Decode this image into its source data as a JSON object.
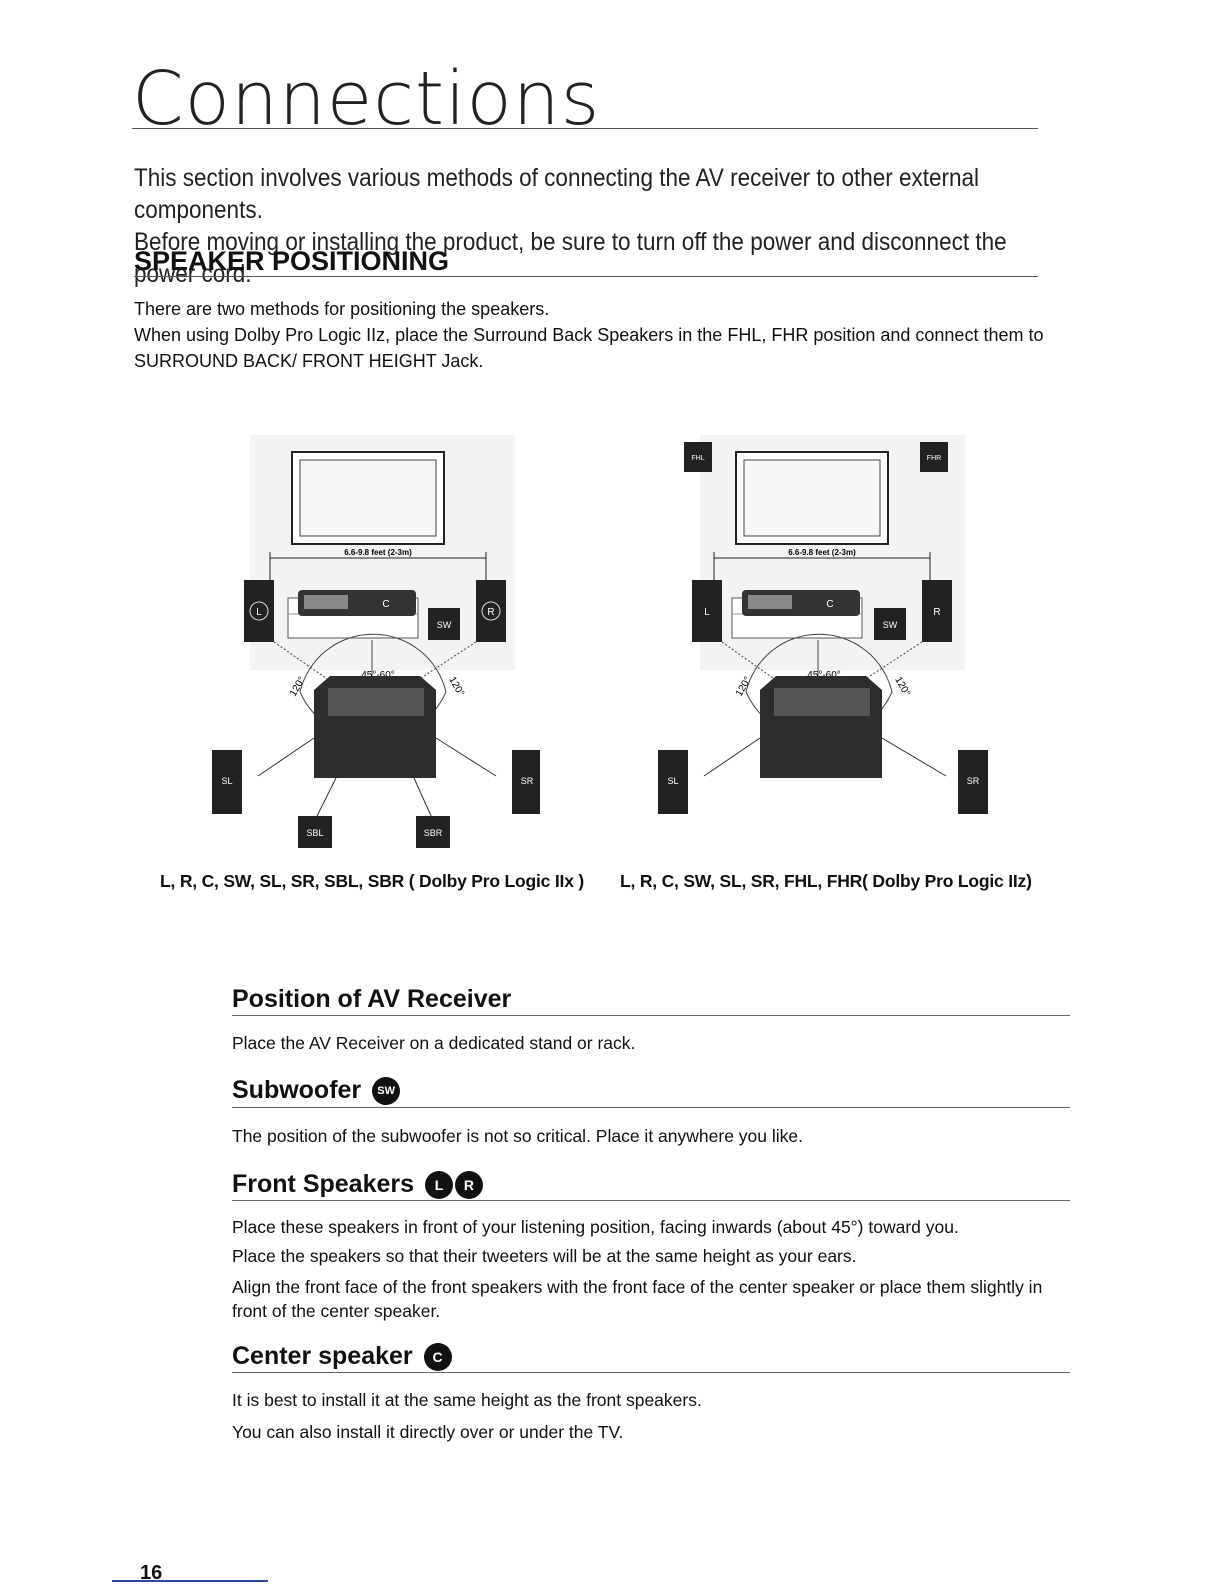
{
  "page": {
    "title": "Connections",
    "intro_lines": [
      "This section involves various methods of connecting the AV receiver to other external components.",
      "Before moving or installing the product, be sure to turn off the power and disconnect the power cord."
    ],
    "page_number": "16"
  },
  "speaker_positioning": {
    "heading": "SPEAKER POSITIONING",
    "lines": [
      "There are two methods for positioning the speakers.",
      "When using Dolby Pro Logic IIz, place the Surround Back Speakers in the FHL, FHR position and connect them to",
      "SURROUND BACK/ FRONT HEIGHT Jack."
    ]
  },
  "diagrams": {
    "left": {
      "caption": "L, R, C, SW, SL, SR, SBL, SBR ( Dolby Pro Logic IIx )",
      "distance": "6.6-9.8 feet (2-3m)",
      "angle_inner": "45°-60°",
      "angle_outer_left": "120°",
      "angle_outer_right": "120°",
      "labels": {
        "L": "L",
        "R": "R",
        "C": "C",
        "SW": "SW",
        "SL": "SL",
        "SR": "SR",
        "SBL": "SBL",
        "SBR": "SBR"
      }
    },
    "right": {
      "caption": "L, R, C, SW, SL, SR, FHL, FHR( Dolby Pro Logic IIz)",
      "distance": "6.6-9.8 feet (2-3m)",
      "angle_inner": "45°-60°",
      "angle_outer_left": "120°",
      "angle_outer_right": "120°",
      "labels": {
        "L": "L",
        "R": "R",
        "C": "C",
        "SW": "SW",
        "SL": "SL",
        "SR": "SR",
        "FHL": "FHL",
        "FHR": "FHR"
      }
    }
  },
  "sections": [
    {
      "heading": "Position of AV Receiver",
      "badges": [],
      "lines": [
        "Place the AV Receiver on a dedicated stand or rack."
      ]
    },
    {
      "heading": "Subwoofer",
      "badges": [
        "SW"
      ],
      "lines": [
        "The position of the subwoofer is not so critical. Place it anywhere you like."
      ]
    },
    {
      "heading": "Front Speakers",
      "badges": [
        "L",
        "R"
      ],
      "lines": [
        "Place these speakers in front of your listening position, facing inwards (about 45°) toward you.",
        "Place the speakers so that their tweeters will be at the same height as your ears.",
        "Align the front face of the front speakers with the front face of the center speaker or place them slightly in front of the center speaker."
      ]
    },
    {
      "heading": "Center speaker",
      "badges": [
        "C"
      ],
      "lines": [
        "It is best to install it at the same height as the front speakers.",
        "You can also install it directly over or under the TV."
      ]
    }
  ]
}
